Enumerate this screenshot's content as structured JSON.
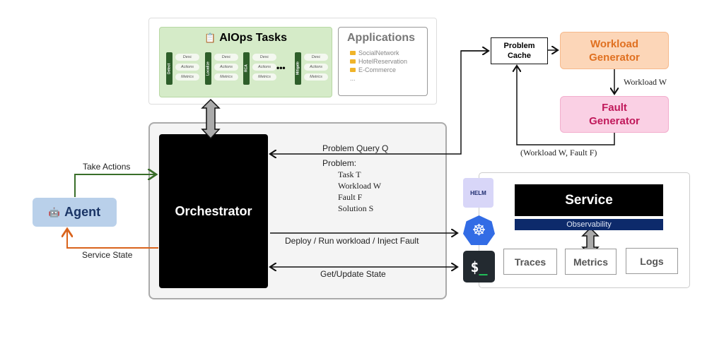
{
  "tasks": {
    "title": "AIOps Tasks",
    "items": [
      {
        "name": "Detect"
      },
      {
        "name": "Localize"
      },
      {
        "name": "RCA"
      },
      {
        "name": "Mitigate"
      }
    ],
    "fields": [
      "Desc",
      "Actions",
      "Metrics"
    ],
    "ellipsis": "•••"
  },
  "applications": {
    "title": "Applications",
    "items": [
      "SocialNetwork",
      "HotelReservation",
      "E-Commerce"
    ],
    "more": "..."
  },
  "agent": {
    "label": "Agent"
  },
  "orchestrator": {
    "label": "Orchestrator"
  },
  "edges": {
    "take_actions": "Take Actions",
    "service_state": "Service State",
    "problem_query": "Problem Query Q",
    "problem_title": "Problem:",
    "problem_items": [
      "Task T",
      "Workload W",
      "Fault F",
      "Solution S"
    ],
    "deploy": "Deploy / Run workload / Inject Fault",
    "get_update": "Get/Update State",
    "workload_w": "Workload W",
    "workload_fault": "(Workload W, Fault F)"
  },
  "problem_cache": {
    "line1": "Problem",
    "line2": "Cache"
  },
  "workload_generator": {
    "line1": "Workload",
    "line2": "Generator"
  },
  "fault_generator": {
    "line1": "Fault",
    "line2": "Generator"
  },
  "icons": {
    "helm": "HELM",
    "terminal": "$_"
  },
  "service": {
    "label": "Service",
    "observability": "Observability",
    "outputs": [
      "Traces",
      "Metrics",
      "Logs"
    ]
  },
  "colors": {
    "green": "#3a6e2a",
    "orange": "#d9631c",
    "workload_fill": "#fcd6b8",
    "workload_text": "#e07020",
    "fault_fill": "#fad0e4",
    "fault_text": "#c0185a",
    "navy": "#0d2a6b",
    "agent_fill": "#b9d0ea"
  }
}
